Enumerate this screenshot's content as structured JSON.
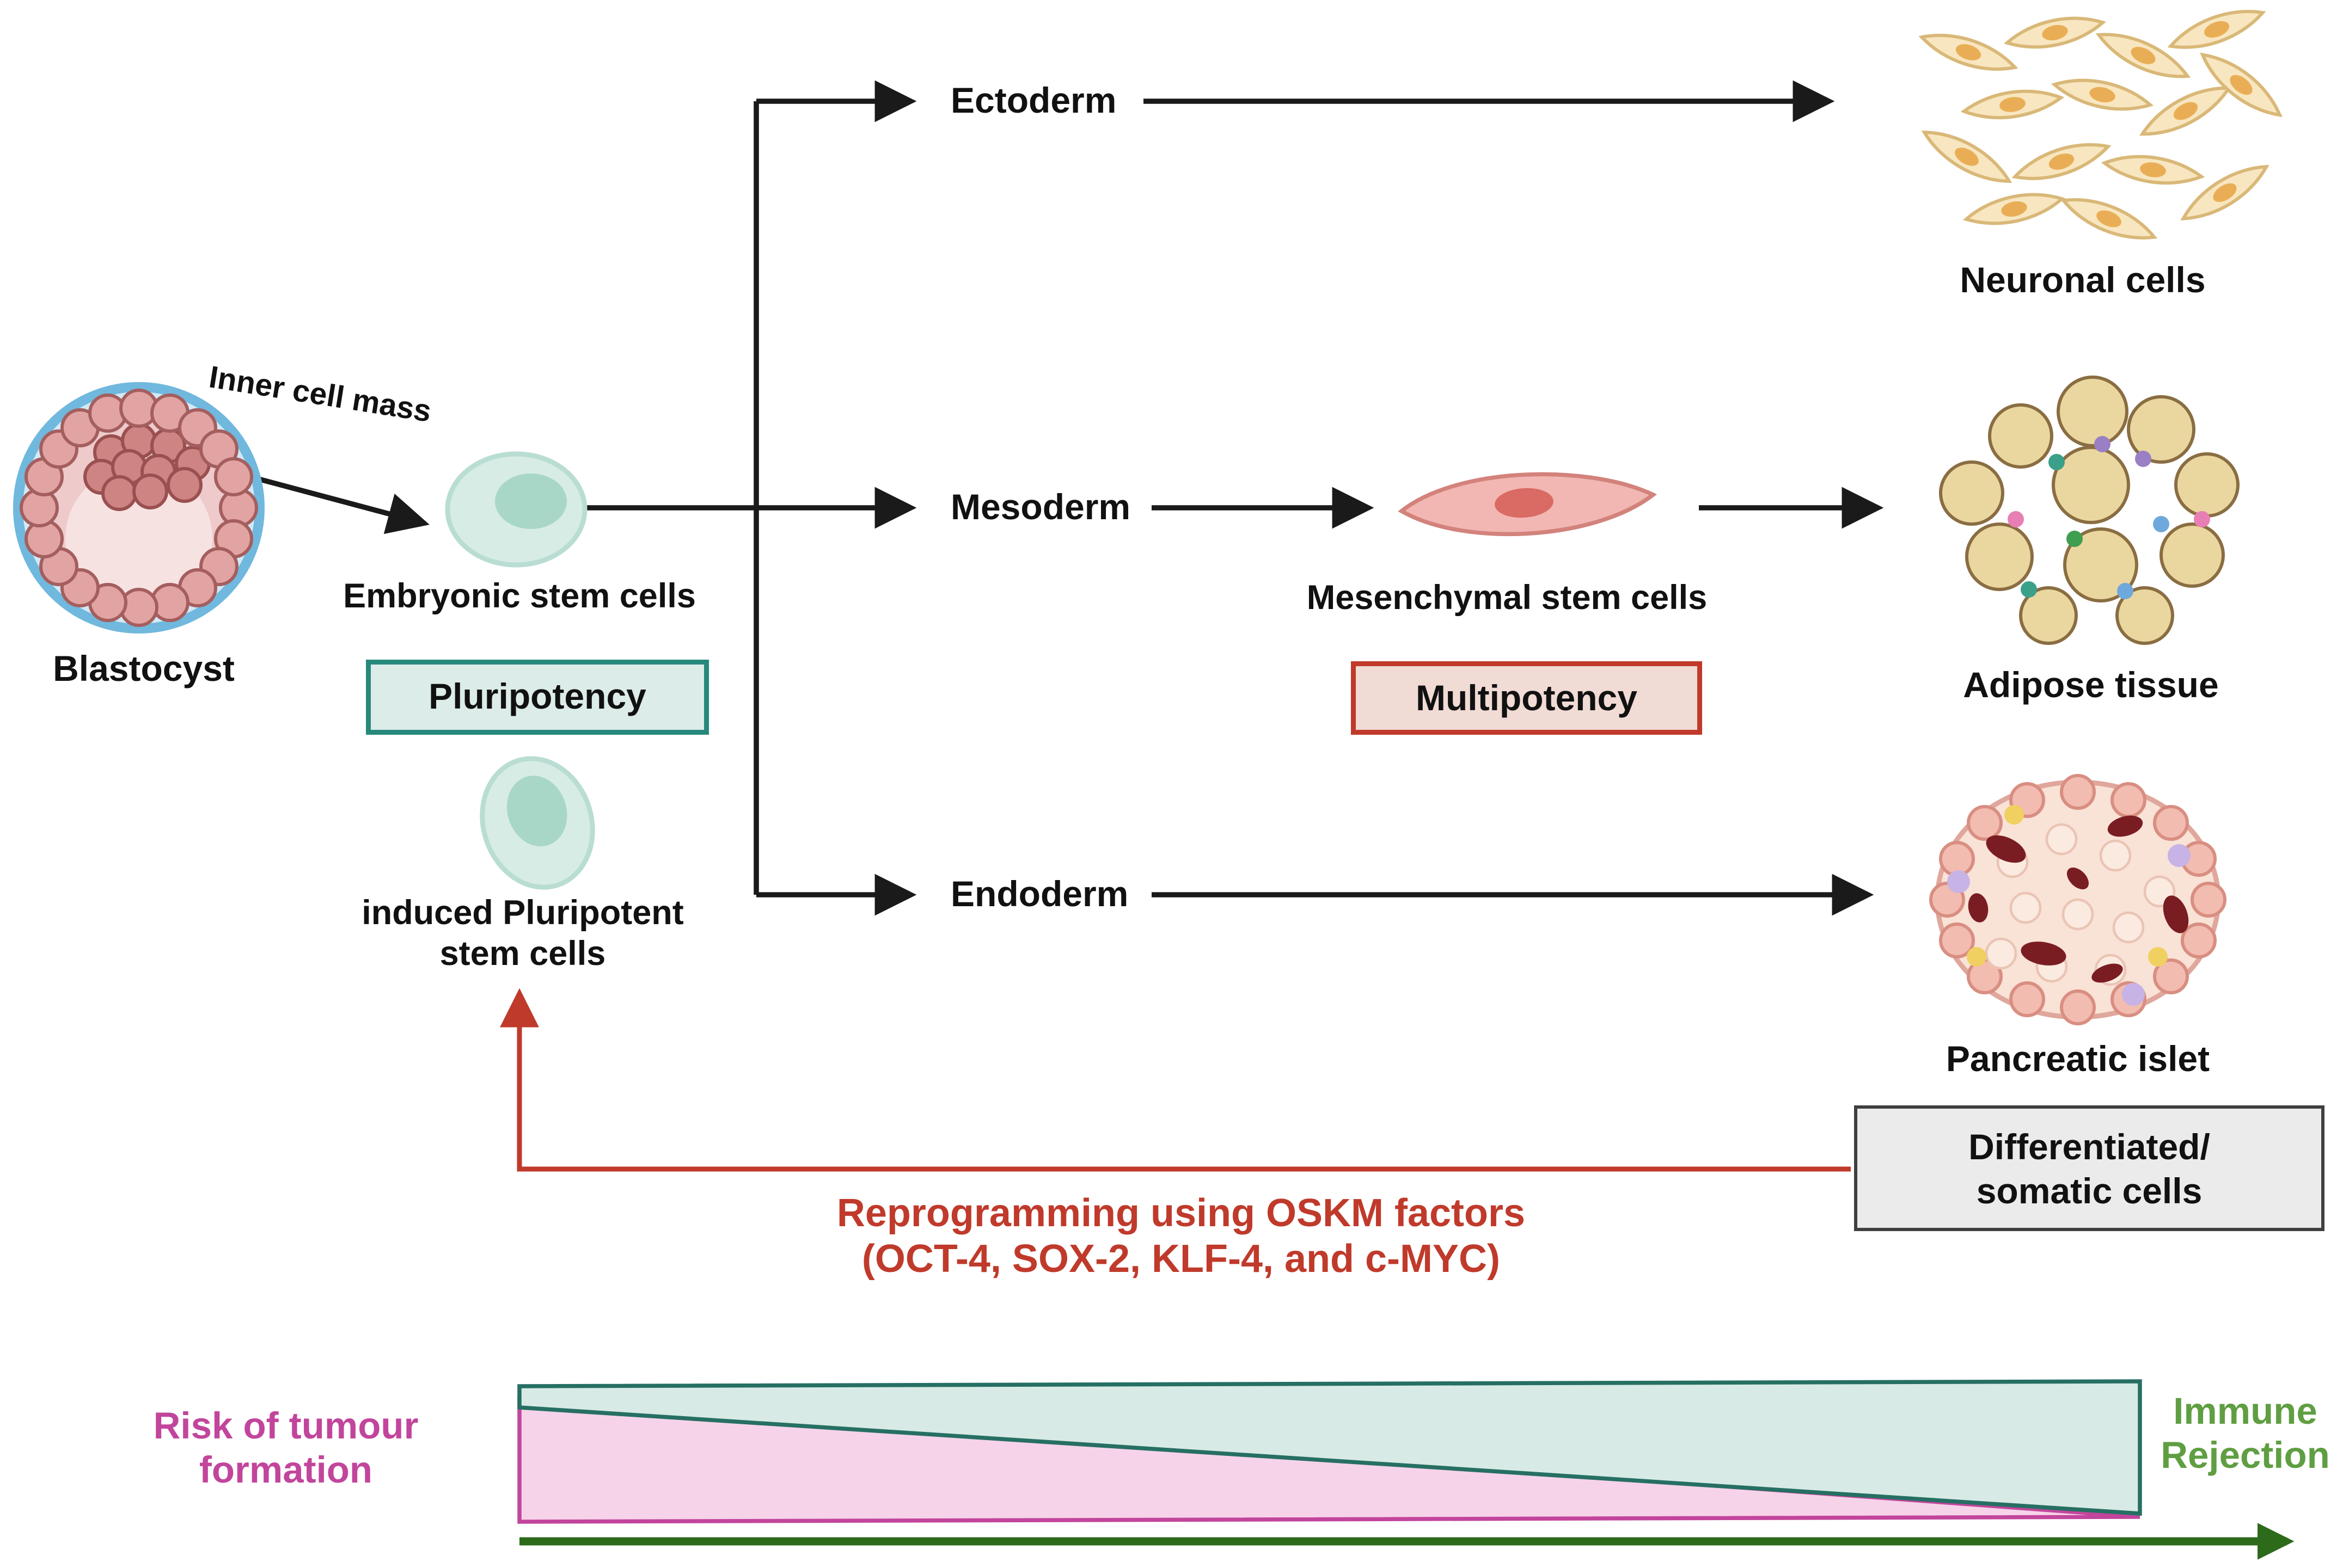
{
  "diagram": {
    "blastocyst_label": "Blastocyst",
    "inner_cell_mass_label": "Inner cell mass",
    "embryonic_label": "Embryonic stem cells",
    "pluripotency_label": "Pluripotency",
    "ipsc_line1": "induced Pluripotent",
    "ipsc_line2": "stem cells",
    "ectoderm_label": "Ectoderm",
    "mesoderm_label": "Mesoderm",
    "endoderm_label": "Endoderm",
    "mesenchymal_label": "Mesenchymal stem cells",
    "multipotency_label": "Multipotency",
    "neuronal_label": "Neuronal cells",
    "adipose_label": "Adipose tissue",
    "pancreatic_label": "Pancreatic islet",
    "differentiated_line1": "Differentiated/",
    "differentiated_line2": "somatic cells",
    "reprogramming_line1": "Reprogramming using OSKM factors",
    "reprogramming_line2": "(OCT-4, SOX-2, KLF-4, and c-MYC)",
    "risk_line1": "Risk of tumour",
    "risk_line2": "formation",
    "immune_line1": "Immune",
    "immune_line2": "Rejection"
  },
  "colors": {
    "arrow_black": "#1a1a1a",
    "reprogramming_red": "#c03a2b",
    "pluripotency_teal": "#27897c",
    "multipotency_red": "#c0392b",
    "risk_magenta": "#c2459c",
    "immune_green": "#5f9e42",
    "timeline_green": "#2d6a1a",
    "teal_triangle_fill": "#d8eae5",
    "teal_triangle_stroke": "#266f63",
    "pink_triangle_fill": "#f6d3e9",
    "pink_triangle_stroke": "#c2459c"
  }
}
